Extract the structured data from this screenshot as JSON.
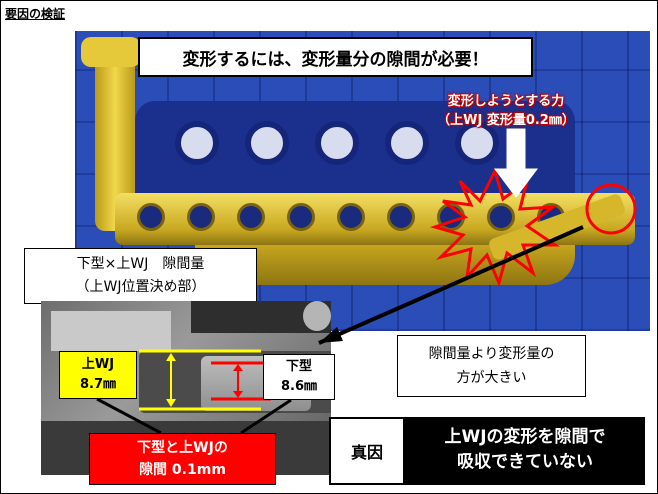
{
  "title": "要因の検証",
  "callout_top": "変形するには、変形量分の隙間が必要！",
  "force_label": {
    "line1": "変形しようとする力",
    "line2": "（上WJ 変形量0.2㎜）"
  },
  "gap_box": {
    "line1": "下型×上WJ　隙間量",
    "line2": "（上WJ位置決め部）"
  },
  "upper_wj": {
    "name": "上WJ",
    "value": "8.7㎜"
  },
  "lower_mold": {
    "name": "下型",
    "value": "8.6㎜"
  },
  "gap_value": {
    "line1": "下型と上WJの",
    "line2": "隙間 0.1mm"
  },
  "compare": {
    "line1": "隙間量より変形量の",
    "line2": "方が大きい"
  },
  "root_cause": {
    "label": "真因",
    "line1": "上WJの変形を隙間で",
    "line2": "吸収できていない"
  },
  "colors": {
    "cad_blue": "#2a4db8",
    "part_yellow": "#e5c93b",
    "alert_red": "#ff0000",
    "highlight_yellow": "#ffff00"
  }
}
